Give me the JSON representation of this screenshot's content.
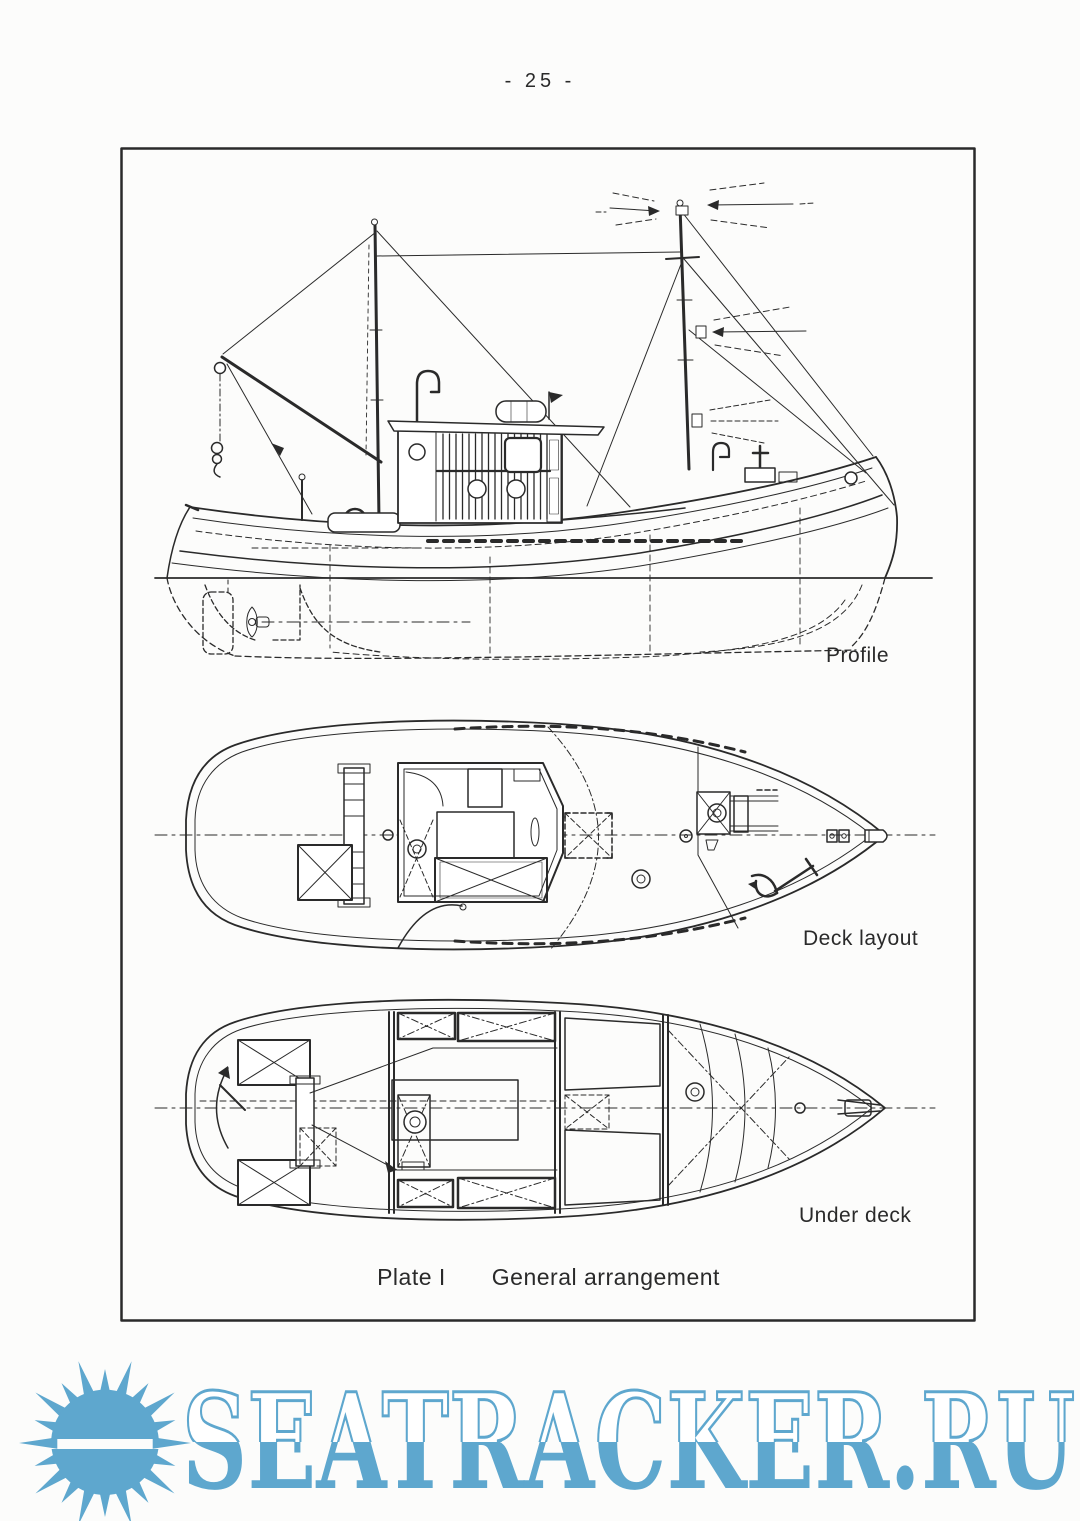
{
  "page": {
    "number": "- 25 -"
  },
  "plate": {
    "caption": {
      "plate_label": "Plate I",
      "title": "General arrangement"
    },
    "views": {
      "profile": {
        "label": "Profile"
      },
      "deck_layout": {
        "label": "Deck layout"
      },
      "under_deck": {
        "label": "Under deck"
      }
    }
  },
  "watermark": {
    "text": "SEATRACKER.RU",
    "color": "#5ea7ce",
    "icon": "sun-logo"
  },
  "colors": {
    "ink": "#2a2a2a",
    "paper": "#fcfcfb"
  }
}
